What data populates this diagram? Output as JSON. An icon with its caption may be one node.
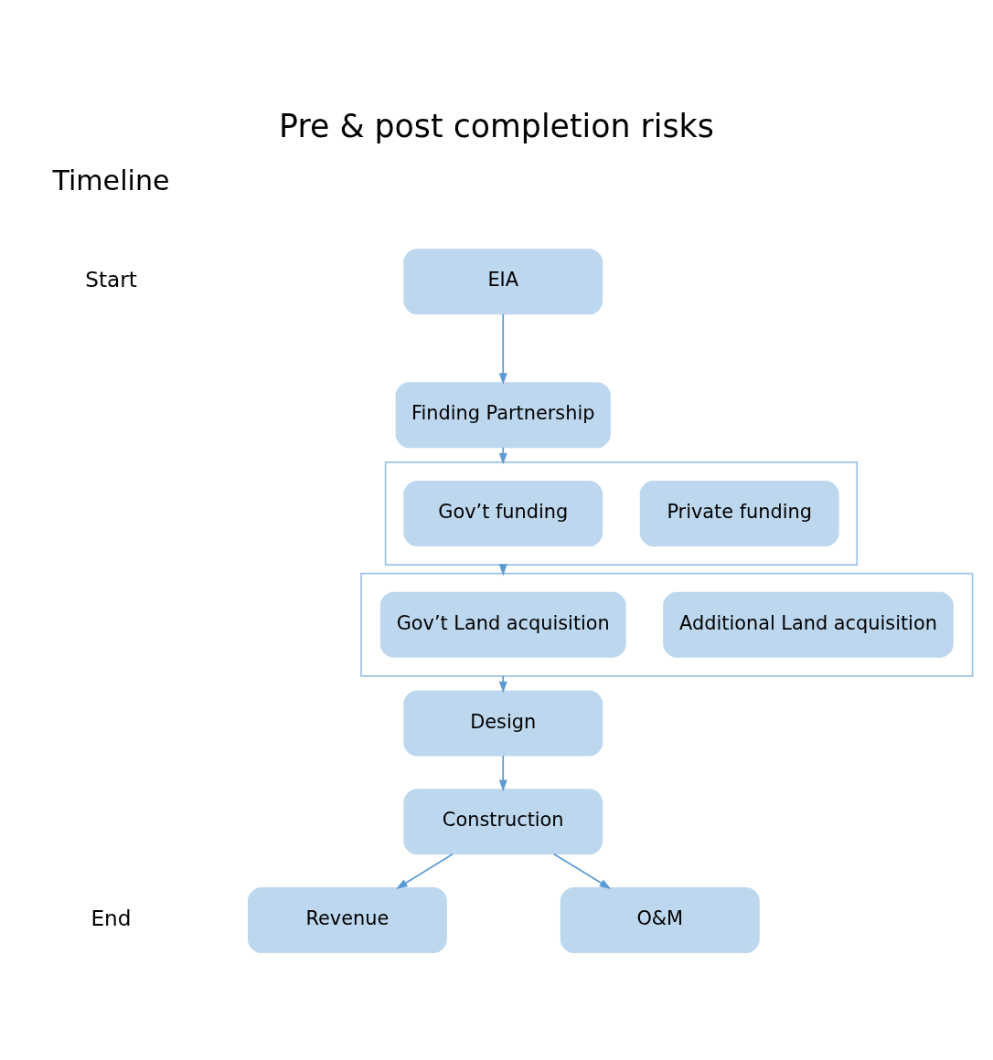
{
  "diagram": {
    "title": "Pre & post completion risks",
    "nodes": [
      {
        "text": [
          "EIA"
        ]
      },
      {
        "text": [
          "Finding Partnership"
        ]
      },
      {
        "text": [],
        "shape": "box"
      },
      {
        "text": [
          "Gov’t funding"
        ],
        "in": 2
      },
      {
        "text": [
          "Private funding"
        ],
        "in": 2
      },
      {
        "text": [],
        "shape": "box"
      },
      {
        "text": [
          "Gov’t Land acquisition"
        ],
        "in": 5
      },
      {
        "text": [
          "Additional Land acquisition"
        ],
        "in": 5
      },
      {
        "text": [
          "Design"
        ]
      },
      {
        "text": [
          "Construction"
        ]
      },
      {
        "text": [
          "Revenue"
        ]
      },
      {
        "text": [
          "O&M"
        ]
      }
    ],
    "edges": [
      {
        "from": 0,
        "to": 1,
        "arrow": "to"
      },
      {
        "from": 1,
        "to": 2,
        "arrow": "to"
      },
      {
        "from": 2,
        "to": 5,
        "arrow": "to"
      },
      {
        "from": 5,
        "to": 8,
        "arrow": "to"
      },
      {
        "from": 8,
        "to": 9,
        "arrow": "to"
      },
      {
        "from": 9,
        "to": 10,
        "arrow": "to"
      },
      {
        "from": 9,
        "to": 11,
        "arrow": "to"
      }
    ],
    "labels": [
      "Timeline",
      "Start",
      "End"
    ]
  }
}
